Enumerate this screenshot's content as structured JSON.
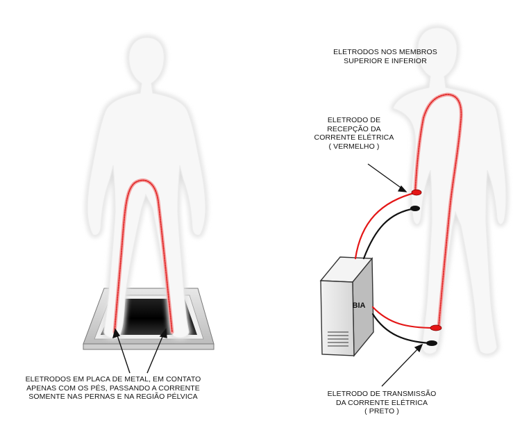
{
  "labels": {
    "left_caption": [
      "ELETRODOS EM PLACA DE METAL, EM CONTATO",
      "APENAS COM OS PÉS, PASSANDO A CORRENTE",
      "SOMENTE NAS PERNAS E NA REGIÃO PÉLVICA"
    ],
    "top_right_caption": [
      "ELETRODOS NOS MEMBROS",
      "SUPERIOR E INFERIOR"
    ],
    "reception_caption": [
      "ELETRODO DE",
      "RECEPÇÃO DA",
      "CORRENTE ELÉTRICA",
      "( VERMELHO )"
    ],
    "transmission_caption": [
      "ELETRODO DE TRANSMISSÃO",
      "DA CORRENTE ELÉTRICA",
      "( PRETO )"
    ],
    "device_label": "BIA"
  },
  "colors": {
    "current_path": "#e02020",
    "red_wire": "#e41616",
    "black_wire": "#111111",
    "body_fill": "#f4f4f4",
    "plate_dark": "#111111"
  }
}
